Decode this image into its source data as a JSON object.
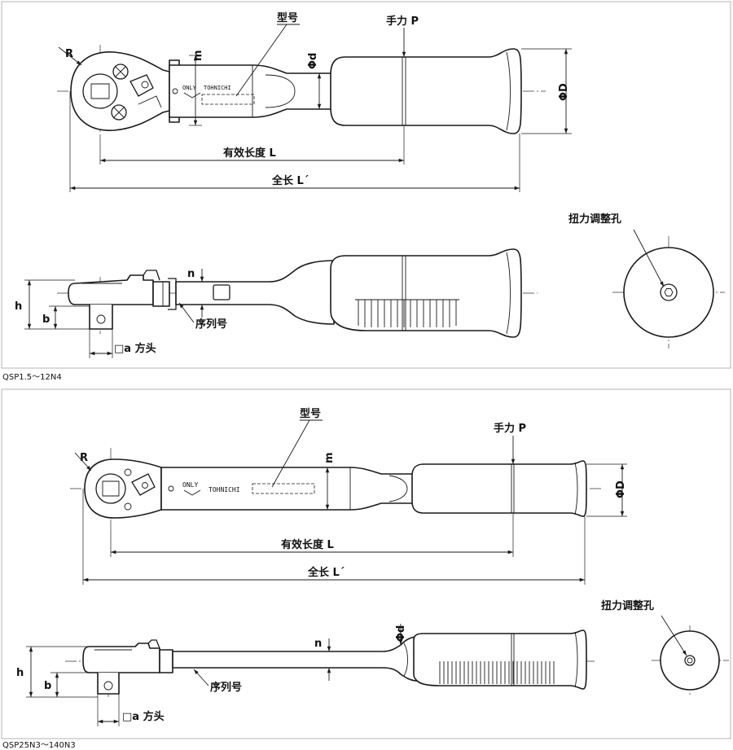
{
  "panels": [
    {
      "caption": "QSP1.5～12N4",
      "labels": {
        "model_no": "型号",
        "hand_force": "手力 P",
        "radius": "R",
        "dim_m": "m",
        "dim_d": "Φd",
        "dim_D": "ΦD",
        "effective_length": "有效长度 L",
        "total_length": "全长 L´",
        "torque_adjust_hole": "扭力调整孔",
        "dim_n": "n",
        "dim_h": "h",
        "dim_b": "b",
        "serial_no": "序列号",
        "square_drive": "□a 方头",
        "only_mark": "ONLY",
        "brand_mark": "TOHNICHI"
      }
    },
    {
      "caption": "QSP25N3～140N3",
      "labels": {
        "model_no": "型号",
        "hand_force": "手力 P",
        "radius": "R",
        "dim_m": "m",
        "dim_d": "Φd",
        "dim_D": "ΦD",
        "effective_length": "有效长度 L",
        "total_length": "全长 L´",
        "torque_adjust_hole": "扭力调整孔",
        "dim_n": "n",
        "dim_h": "h",
        "dim_b": "b",
        "serial_no": "序列号",
        "square_drive": "□a 方头",
        "only_mark": "ONLY",
        "brand_mark": "TOHNICHI"
      }
    }
  ]
}
